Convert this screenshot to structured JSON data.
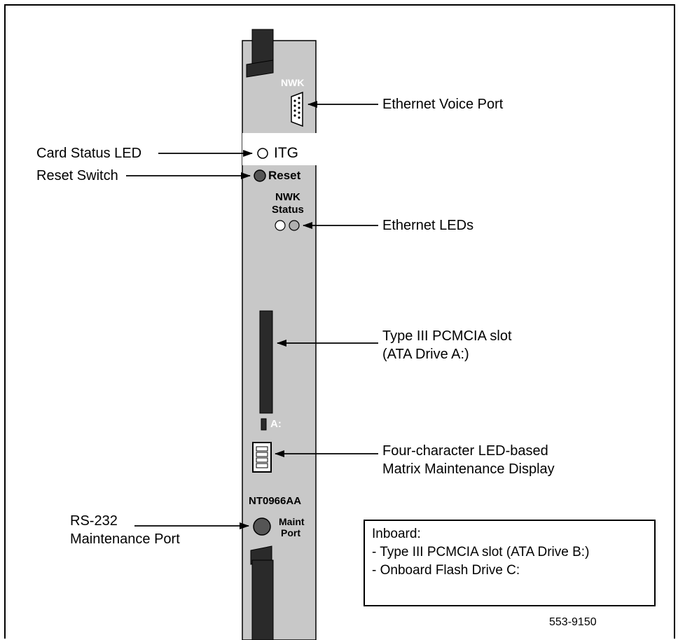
{
  "card": {
    "nwk_label": "NWK",
    "itg_label": "ITG",
    "reset_label": "Reset",
    "nwk_status_line1": "NWK",
    "nwk_status_line2": "Status",
    "drive_a_label": "A:",
    "part_number": "NT0966AA",
    "maint_line1": "Maint",
    "maint_line2": "Port"
  },
  "callouts": {
    "ethernet_voice_port": "Ethernet Voice Port",
    "card_status_led": "Card Status LED",
    "reset_switch": "Reset Switch",
    "ethernet_leds": "Ethernet LEDs",
    "pcmcia_line1": "Type III PCMCIA slot",
    "pcmcia_line2": "(ATA Drive A:)",
    "display_line1": "Four-character LED-based",
    "display_line2": "Matrix Maintenance Display",
    "rs232_line1": "RS-232",
    "rs232_line2": "Maintenance Port"
  },
  "inboard": {
    "title": "Inboard:",
    "items": [
      "- Type III PCMCIA slot (ATA Drive B:)",
      "- Onboard Flash Drive C:"
    ]
  },
  "figure_id": "553-9150",
  "colors": {
    "faceplate": "#c8c8c8",
    "latch": "#2a2a2a",
    "reset_button": "#555555",
    "status_led_gray": "#b0b0b0"
  }
}
